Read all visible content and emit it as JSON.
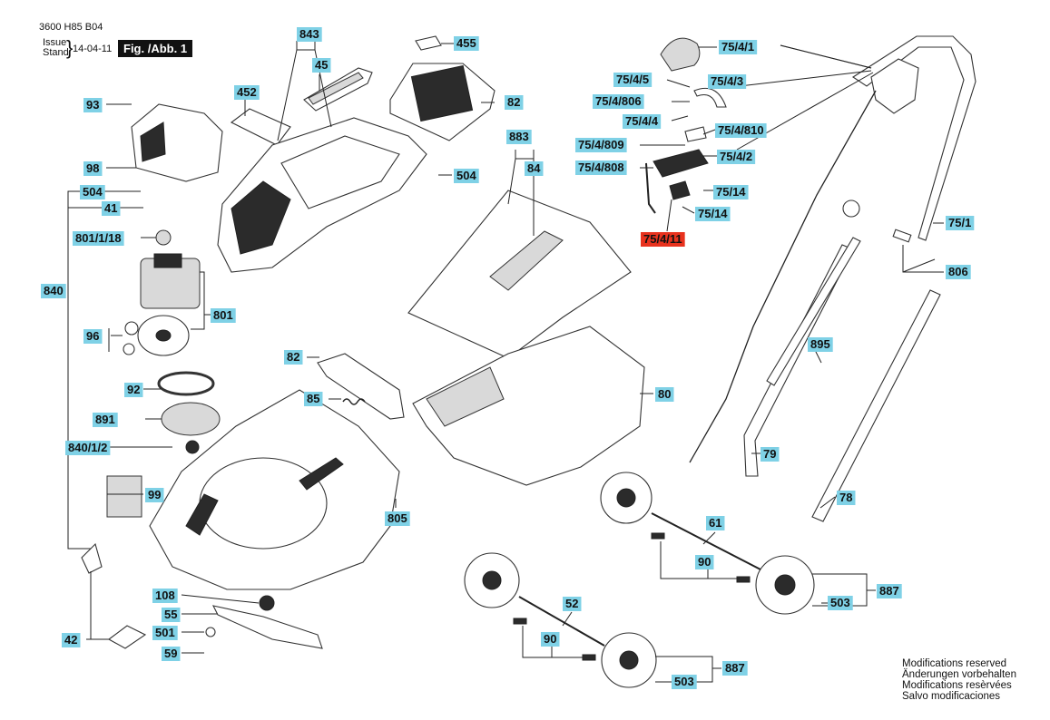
{
  "header": {
    "doc_code": "3600 H85 B04",
    "issue_label": "Issue",
    "stand_label": "Stand",
    "issue_date": "14-04-11",
    "figure_label": "Fig. /Abb. 1"
  },
  "colors": {
    "callout": "#7fd1e6",
    "callout_highlight": "#e8321e"
  },
  "callouts": [
    {
      "id": "843",
      "label": "843"
    },
    {
      "id": "45",
      "label": "45"
    },
    {
      "id": "455",
      "label": "455"
    },
    {
      "id": "452",
      "label": "452"
    },
    {
      "id": "82a",
      "label": "82"
    },
    {
      "id": "93",
      "label": "93"
    },
    {
      "id": "98",
      "label": "98"
    },
    {
      "id": "504a",
      "label": "504"
    },
    {
      "id": "504b",
      "label": "504"
    },
    {
      "id": "41",
      "label": "41"
    },
    {
      "id": "801_1_18",
      "label": "801/1/18"
    },
    {
      "id": "840",
      "label": "840"
    },
    {
      "id": "801",
      "label": "801"
    },
    {
      "id": "96",
      "label": "96"
    },
    {
      "id": "92",
      "label": "92"
    },
    {
      "id": "891",
      "label": "891"
    },
    {
      "id": "840_1_2",
      "label": "840/1/2"
    },
    {
      "id": "99",
      "label": "99"
    },
    {
      "id": "42",
      "label": "42"
    },
    {
      "id": "108",
      "label": "108"
    },
    {
      "id": "55",
      "label": "55"
    },
    {
      "id": "501",
      "label": "501"
    },
    {
      "id": "59",
      "label": "59"
    },
    {
      "id": "82b",
      "label": "82"
    },
    {
      "id": "85",
      "label": "85"
    },
    {
      "id": "805",
      "label": "805"
    },
    {
      "id": "883",
      "label": "883"
    },
    {
      "id": "84",
      "label": "84"
    },
    {
      "id": "80",
      "label": "80"
    },
    {
      "id": "75_4_1",
      "label": "75/4/1"
    },
    {
      "id": "75_4_5",
      "label": "75/4/5"
    },
    {
      "id": "75_4_3",
      "label": "75/4/3"
    },
    {
      "id": "75_4_806",
      "label": "75/4/806"
    },
    {
      "id": "75_4_4",
      "label": "75/4/4"
    },
    {
      "id": "75_4_810",
      "label": "75/4/810"
    },
    {
      "id": "75_4_809",
      "label": "75/4/809"
    },
    {
      "id": "75_4_808",
      "label": "75/4/808"
    },
    {
      "id": "75_4_2",
      "label": "75/4/2"
    },
    {
      "id": "75_14a",
      "label": "75/14"
    },
    {
      "id": "75_14b",
      "label": "75/14"
    },
    {
      "id": "75_4_11",
      "label": "75/4/11",
      "highlight": true
    },
    {
      "id": "75_1",
      "label": "75/1"
    },
    {
      "id": "806",
      "label": "806"
    },
    {
      "id": "895",
      "label": "895"
    },
    {
      "id": "79",
      "label": "79"
    },
    {
      "id": "78",
      "label": "78"
    },
    {
      "id": "61",
      "label": "61"
    },
    {
      "id": "90a",
      "label": "90"
    },
    {
      "id": "887a",
      "label": "887"
    },
    {
      "id": "503a",
      "label": "503"
    },
    {
      "id": "52",
      "label": "52"
    },
    {
      "id": "90b",
      "label": "90"
    },
    {
      "id": "887b",
      "label": "887"
    },
    {
      "id": "503b",
      "label": "503"
    }
  ],
  "notes": [
    "Modifications reserved",
    "Änderungen vorbehalten",
    "Modifications resèrvées",
    "Salvo modificaciones"
  ]
}
